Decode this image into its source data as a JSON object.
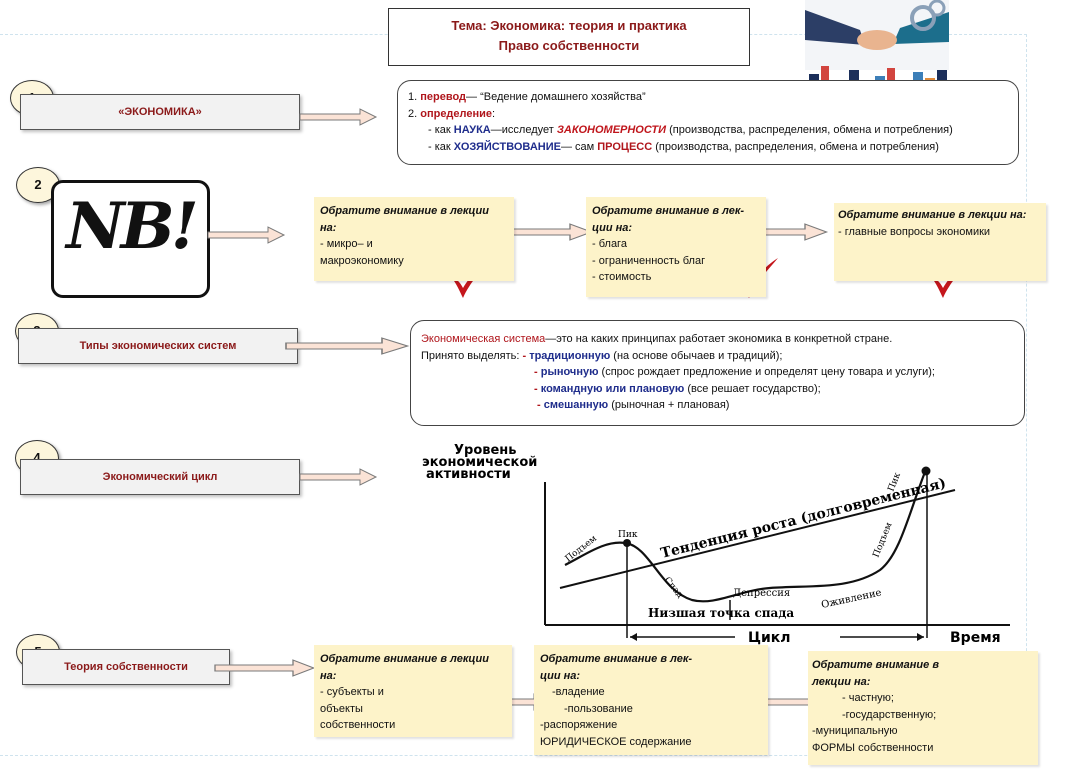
{
  "title": {
    "line1": "Тема: Экономика: теория и практика",
    "line2": "Право собственности"
  },
  "steps": [
    {
      "num": "1",
      "label": "«ЭКОНОМИКА»"
    },
    {
      "num": "2"
    },
    {
      "num": "3",
      "label": "Типы экономических систем"
    },
    {
      "num": "4",
      "label": "Экономический цикл"
    },
    {
      "num": "5",
      "label": "Теория собственности"
    }
  ],
  "nb_logo": "NB!",
  "economy_def": {
    "l1_pre": "1. ",
    "l1_key": "перевод",
    "l1_rest": "— “Ведение домашнего хозяйства”",
    "l2_pre": "2. ",
    "l2_key": "определение",
    "l2_colon": ":",
    "l3_pre": "- как ",
    "l3_key": "НАУКА",
    "l3_mid": "—исследует ",
    "l3_key2": "ЗАКОНОМЕРНОСТИ",
    "l3_rest": " (производства, распределения, обмена и потребления)",
    "l4_pre": "- как ",
    "l4_key": "ХОЗЯЙСТВОВАНИЕ",
    "l4_mid": "— сам ",
    "l4_key2": "ПРОЦЕСС",
    "l4_rest": " (производства, распределения, обмена и потребления)"
  },
  "notes_row2": [
    {
      "head": "Обратите внимание в лекции на:",
      "items": [
        "- микро– и",
        "макроэкономику"
      ]
    },
    {
      "head": "Обратите внимание в лек-ции на:",
      "items": [
        "- блага",
        "- ограниченность благ",
        "- стоимость"
      ]
    },
    {
      "head": "Обратите внимание в лекции на:",
      "items": [
        "- главные вопросы экономики"
      ]
    }
  ],
  "systems": {
    "l1_key": "Экономическая система",
    "l1_rest": "—это на каких принципах работает экономика в конкретной стране.",
    "l2_pre": "Принято выделять: ",
    "l2_dash": "- ",
    "l2_key": "традиционную",
    "l2_rest": " (на основе обычаев и традиций);",
    "l3_dash": "- ",
    "l3_key": "рыночную",
    "l3_rest": " (спрос рождает предложение и определят цену товара и услуги);",
    "l4_dash": "- ",
    "l4_key": "командную или плановую",
    "l4_rest": " (все решает государство);",
    "l5_dash": "- ",
    "l5_key": "смешанную",
    "l5_rest": " (рыночная + плановая)"
  },
  "cycle": {
    "ylabel_1": "Уровень",
    "ylabel_2": "экономической",
    "ylabel_3": "активности",
    "trend": "Тенденция роста (долговременная)",
    "rise1": "Подъем",
    "peak1": "Пик",
    "decline": "Спад",
    "depression": "Депрессия",
    "trough": "Низшая точка спада",
    "revival": "Оживление",
    "rise2": "Подъем",
    "peak2": "Пик",
    "cycle_label": "Цикл",
    "time_label": "Время"
  },
  "notes_row5": [
    {
      "head": "Обратите внимание в лекции на:",
      "items": [
        "- субъекты и",
        "объекты",
        "собственности"
      ]
    },
    {
      "head": "Обратите внимание в лек-ции на:",
      "items": [
        "-владение",
        "-пользование",
        "-распоряжение",
        "ЮРИДИЧЕСКОЕ содержание"
      ]
    },
    {
      "head": "Обратите внимание в лекции на:",
      "items": [
        "- частную;",
        "-государственную;",
        "-муниципальную",
        "ФОРМЫ собственности"
      ]
    }
  ],
  "colors": {
    "accent_red": "#b0161c",
    "accent_blue": "#1f2d8c",
    "note_bg": "#fdf3c9",
    "check_red": "#c4161c"
  }
}
